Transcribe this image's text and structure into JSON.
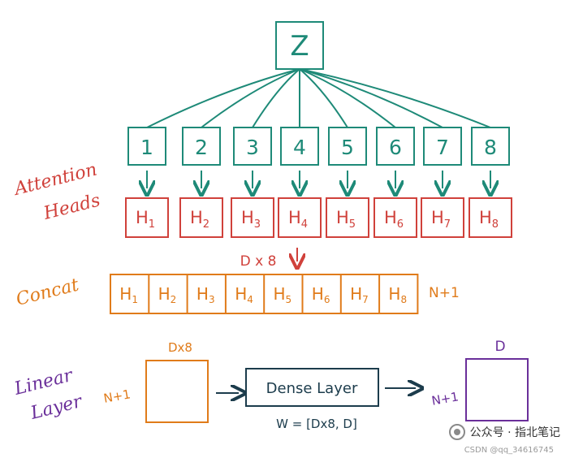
{
  "colors": {
    "teal": "#1e8a78",
    "red": "#d0413b",
    "orange": "#e07b1a",
    "purple": "#6a2f9a",
    "navy": "#1c3c4c"
  },
  "top": {
    "label": "Z"
  },
  "heads": [
    "1",
    "2",
    "3",
    "4",
    "5",
    "6",
    "7",
    "8"
  ],
  "attention": {
    "label_line1": "Attention",
    "label_line2": "Heads",
    "outputs": [
      "H1",
      "H2",
      "H3",
      "H4",
      "H5",
      "H6",
      "H7",
      "H8"
    ]
  },
  "concat": {
    "label": "Concat",
    "dim_label": "D x 8",
    "cells": [
      "H1",
      "H2",
      "H3",
      "H4",
      "H5",
      "H6",
      "H7",
      "H8"
    ],
    "rows_label": "N+1"
  },
  "linear": {
    "label_line1": "Linear",
    "label_line2": "Layer",
    "input_cols": "Dx8",
    "input_rows": "N+1",
    "dense_label": "Dense Layer",
    "weight_label": "W = [Dx8, D]",
    "output_cols": "D",
    "output_rows": "N+1"
  },
  "watermark": {
    "text": "公众号 · 指北笔记",
    "source": "CSDN @qq_34616745"
  }
}
